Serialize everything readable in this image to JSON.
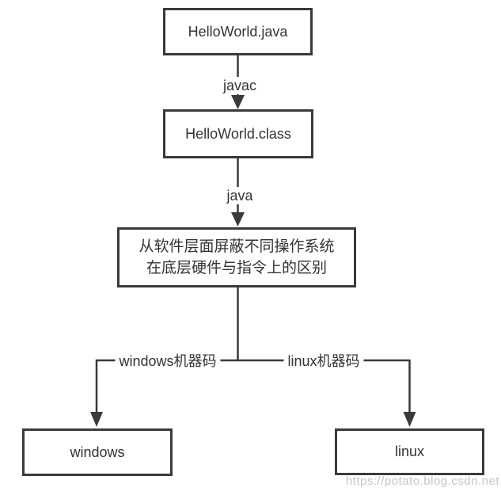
{
  "diagram": {
    "nodes": {
      "source": {
        "label": "HelloWorld.java"
      },
      "bytecode": {
        "label": "HelloWorld.class"
      },
      "jvm": {
        "lines": [
          "从软件层面屏蔽不同操作系统",
          "在底层硬件与指令上的区别"
        ]
      },
      "windows": {
        "label": "windows"
      },
      "linux": {
        "label": "linux"
      }
    },
    "edges": {
      "compile_label": "javac",
      "run_label": "java",
      "windows_branch_label": "windows机器码",
      "linux_branch_label": "linux机器码"
    },
    "colors": {
      "line": "#3a3a3a",
      "text": "#333333",
      "watermark": "#c6c6c6",
      "background": "#ffffff"
    }
  },
  "watermark": {
    "text": "https://potato.blog.csdn.net"
  }
}
